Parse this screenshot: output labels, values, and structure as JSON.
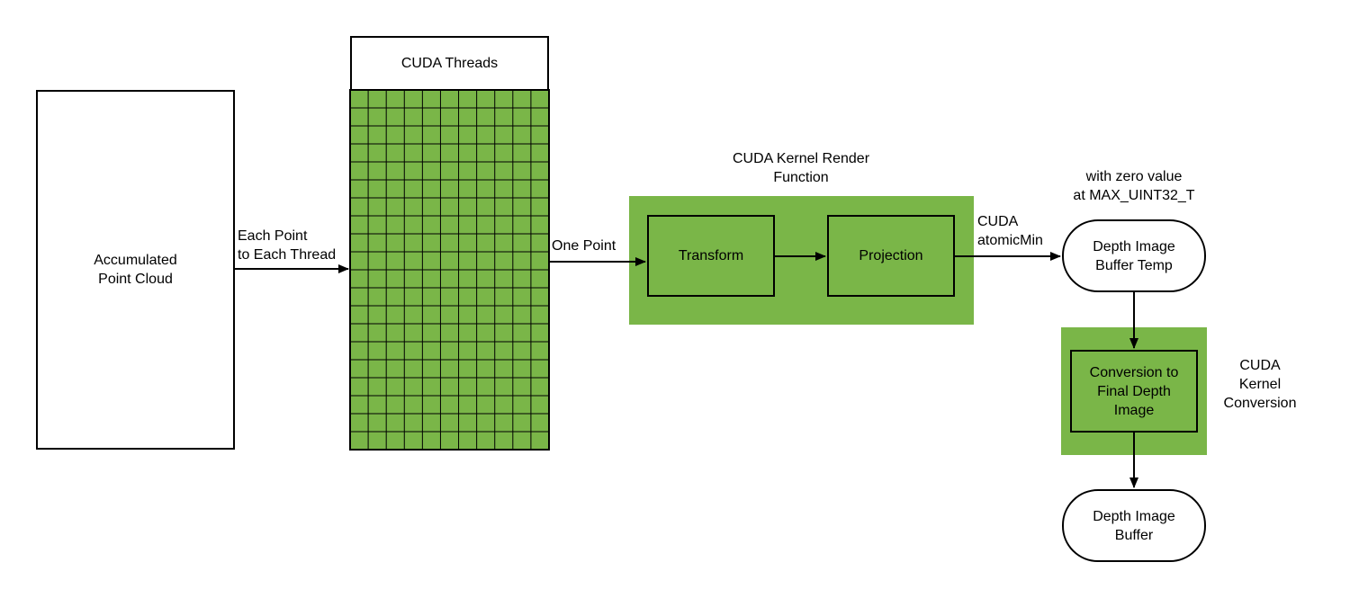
{
  "nodes": {
    "point_cloud": "Accumulated\nPoint Cloud",
    "cuda_threads": "CUDA Threads",
    "kernel_render_title": "CUDA Kernel Render\nFunction",
    "transform": "Transform",
    "projection": "Projection",
    "depth_buffer_temp": "Depth Image\nBuffer Temp",
    "depth_buffer_temp_note": "with zero value\nat MAX_UINT32_T",
    "conversion": "Conversion to\nFinal Depth\nImage",
    "kernel_conversion_title": "CUDA\nKernel\nConversion",
    "depth_buffer": "Depth Image\nBuffer"
  },
  "edges": {
    "each_point": "Each Point\nto Each Thread",
    "one_point": "One Point",
    "atomic_min": "CUDA\natomicMin"
  },
  "colors": {
    "green": "#7ab648",
    "line": "#000000"
  }
}
